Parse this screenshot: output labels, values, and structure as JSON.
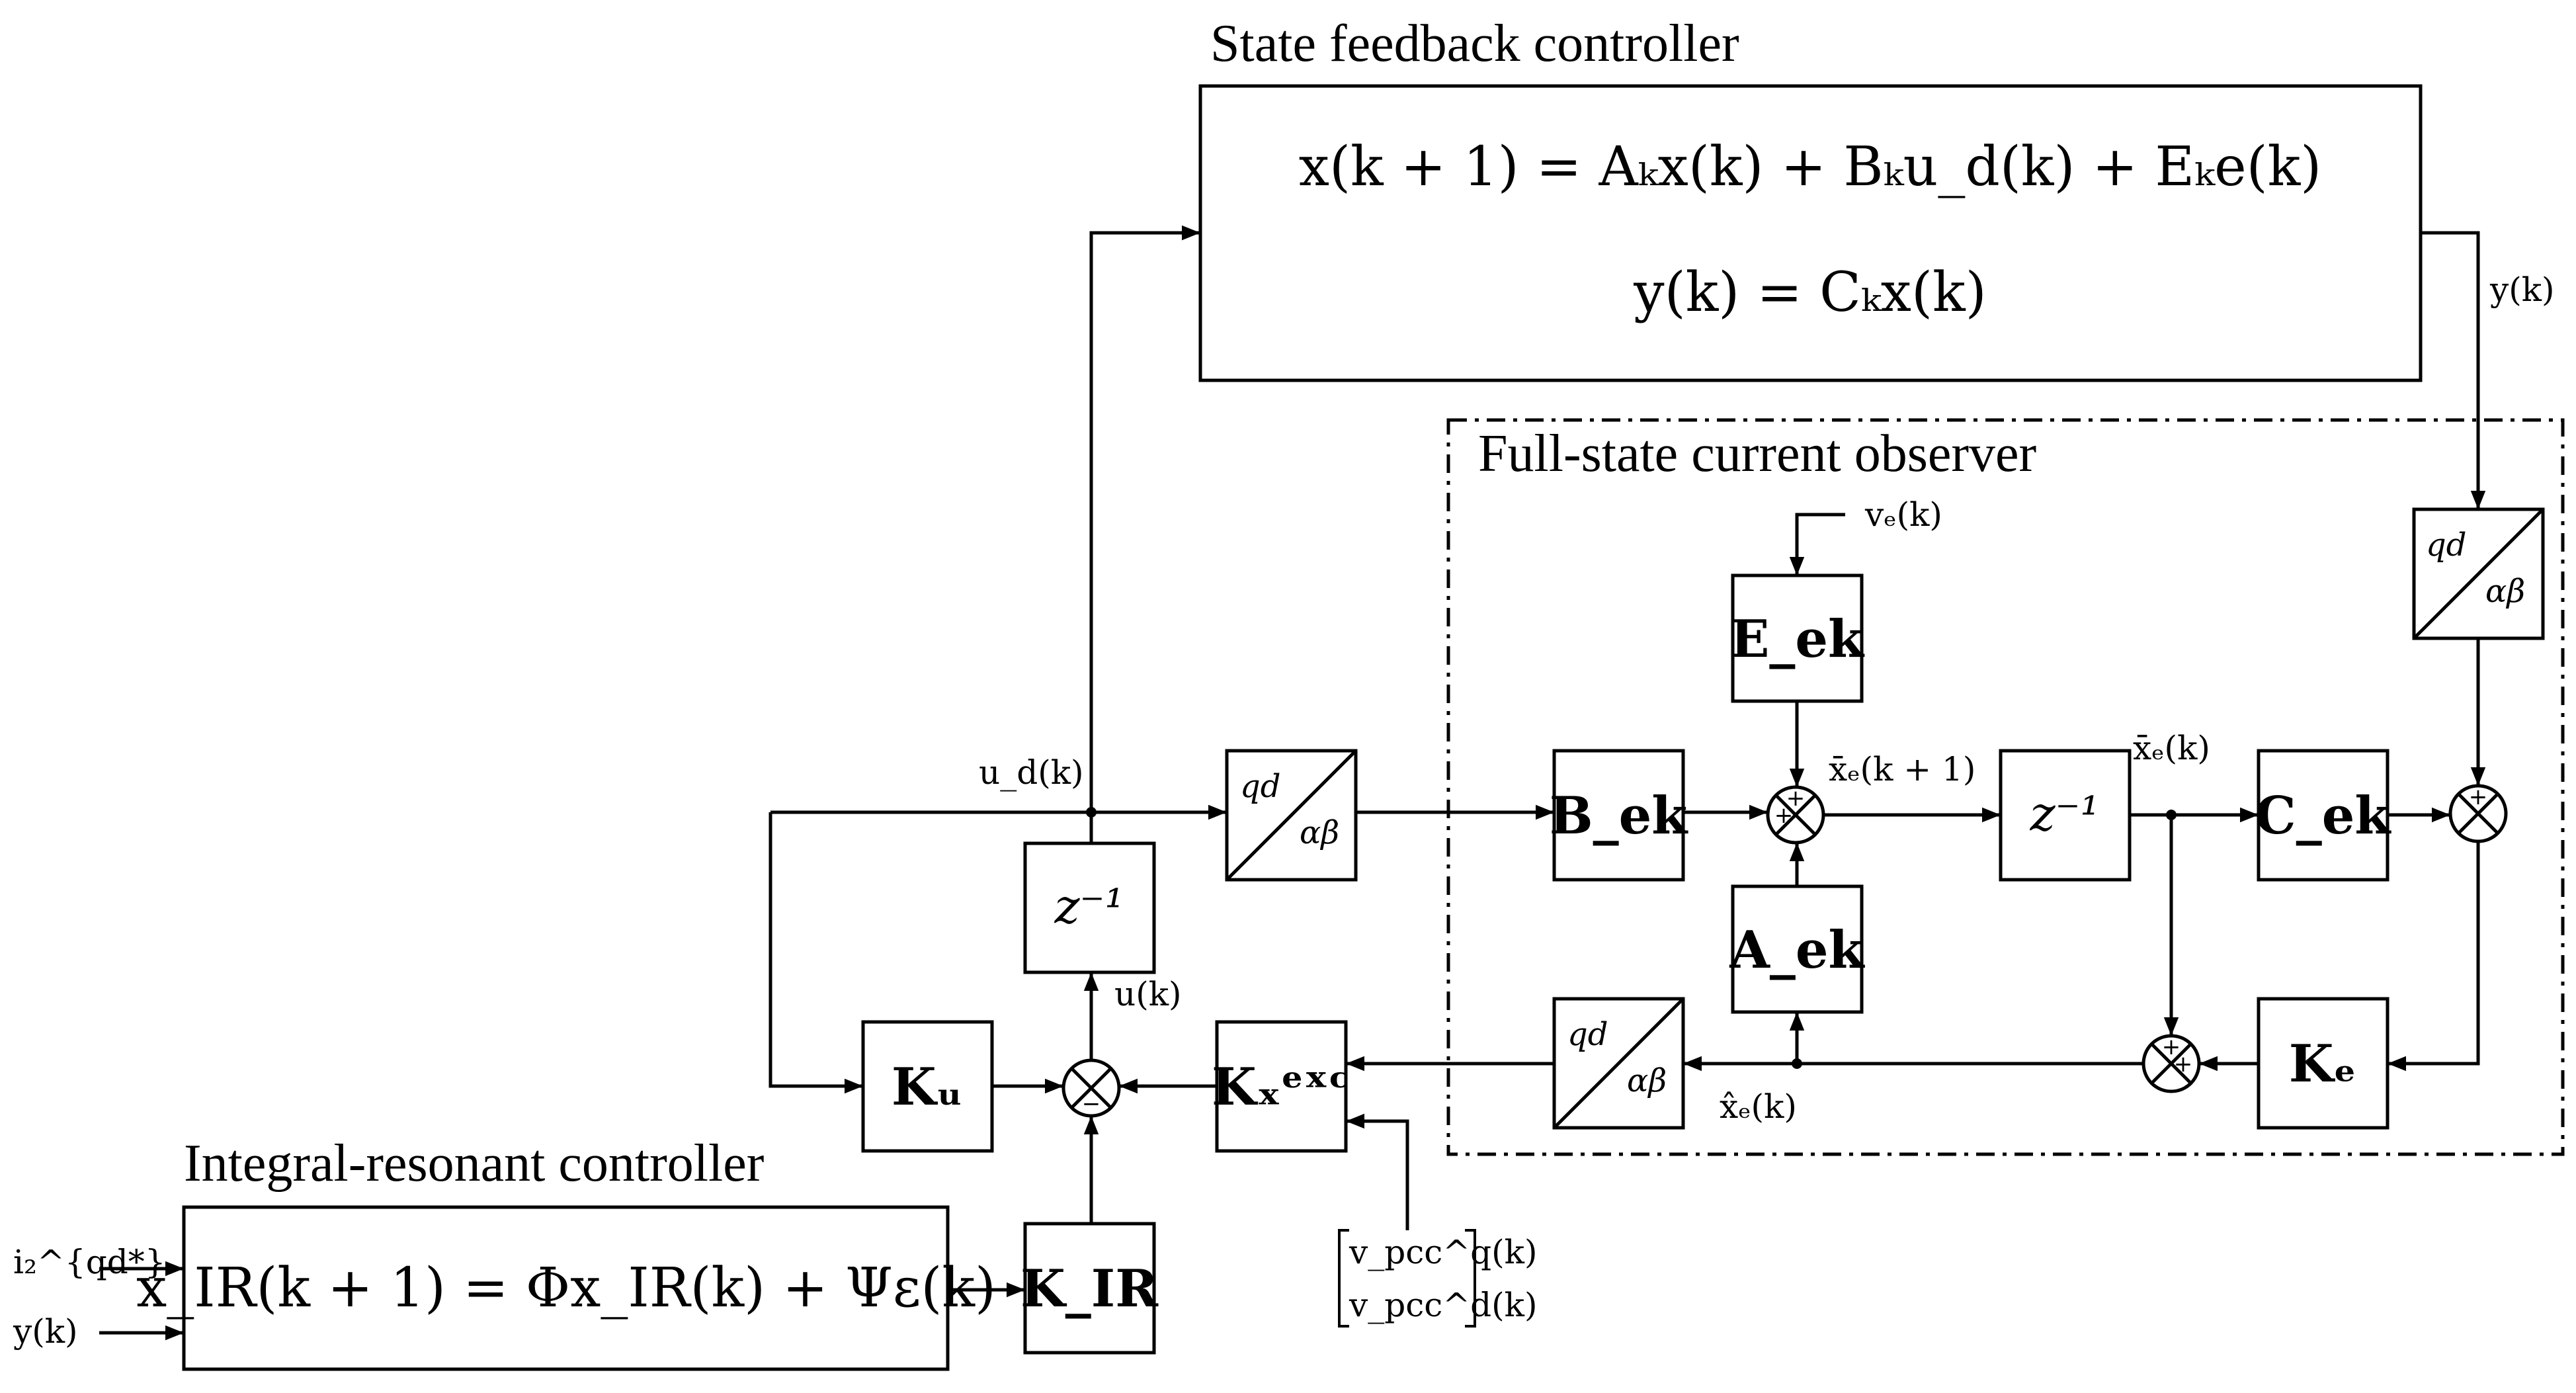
{
  "headings": {
    "state_feedback": "State feedback controller",
    "observer": "Full-state current observer",
    "integral_resonant": "Integral-resonant controller"
  },
  "equations": {
    "state_eq": "x(k + 1) = Aₖx(k) + Bₖu_d(k) + Eₖe(k)",
    "output_eq": "y(k) = Cₖx(k)",
    "ir_eq": "x_IR(k + 1) = Φx_IR(k) + Ψε(k)"
  },
  "blocks": {
    "ku": "Kᵤ",
    "kx_exc": "Kₓᵉˣᶜ",
    "kir": "K_IR",
    "bek": "B_ek",
    "eek": "E_ek",
    "aek": "A_ek",
    "cek": "C_ek",
    "ke": "Kₑ",
    "z_inv": "z⁻¹",
    "conv_top": "qd",
    "conv_bottom": "αβ"
  },
  "signals": {
    "ud": "u_d(k)",
    "u": "u(k)",
    "y_out": "y(k)",
    "ve": "vₑ(k)",
    "xbar_next": "x̄ₑ(k + 1)",
    "xbar": "x̄ₑ(k)",
    "xhat": "x̂ₑ(k)",
    "iref": "i₂^{qd*}",
    "y_in": "y(k)",
    "vpcc_q": "v_pcc^q(k)",
    "vpcc_d": "v_pcc^d(k)"
  },
  "sum_signs": {
    "plus": "+",
    "minus": "−"
  }
}
